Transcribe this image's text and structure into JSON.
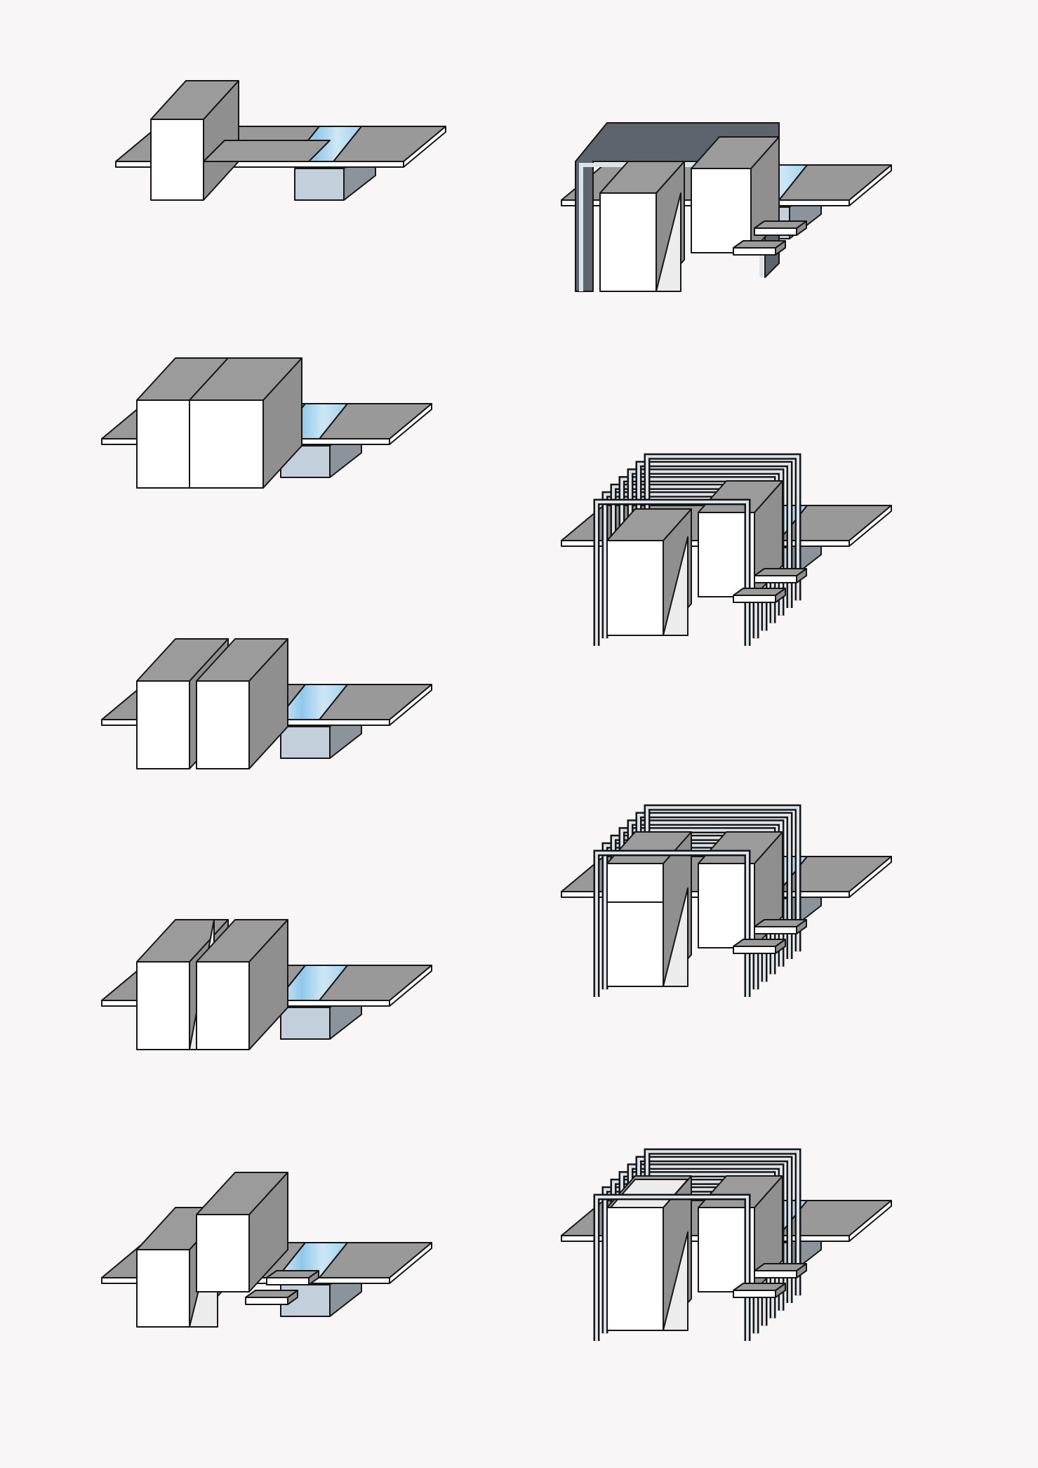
{
  "page": {
    "description_visible_text": []
  },
  "colors": {
    "background": "#f8f6f7",
    "outline": "#161616",
    "massing_top": "#9b9b9b",
    "massing_front": "#ffffff",
    "massing_side": "#8f8f8f",
    "ground_top": "#999999",
    "ground_edge": "#ffffff",
    "water": "#a9d6ef",
    "basin_front": "#c3d0dc",
    "basin_side": "#8c949b",
    "frame_dark": "#5d646b",
    "frame_light": "#d7e2ea",
    "void_light": "#ececec"
  },
  "diagram": {
    "left_column": [
      {
        "id": "step-1",
        "blocks": [
          "tall-block-with-low-wing"
        ],
        "frame": "none",
        "benches": false
      },
      {
        "id": "step-2",
        "blocks": [
          "wide-block-split"
        ],
        "frame": "none",
        "benches": false
      },
      {
        "id": "step-3",
        "blocks": [
          "two-separated-blocks"
        ],
        "frame": "none",
        "benches": false
      },
      {
        "id": "step-4",
        "blocks": [
          "two-blocks-diagonal-cut"
        ],
        "frame": "none",
        "benches": false
      },
      {
        "id": "step-5",
        "blocks": [
          "two-blocks-offset"
        ],
        "frame": "none",
        "benches": true
      }
    ],
    "right_column": [
      {
        "id": "step-6",
        "blocks": [
          "two-blocks-offset"
        ],
        "frame": "solid-canopy",
        "benches": true
      },
      {
        "id": "step-7",
        "blocks": [
          "two-blocks-offset"
        ],
        "frame": "louvred-frames",
        "benches": true
      },
      {
        "id": "step-8",
        "blocks": [
          "two-blocks-offset-stepped"
        ],
        "frame": "louvred-frames",
        "benches": true
      },
      {
        "id": "step-9",
        "blocks": [
          "two-blocks-offset-open-top"
        ],
        "frame": "louvred-frames",
        "benches": true
      }
    ]
  }
}
